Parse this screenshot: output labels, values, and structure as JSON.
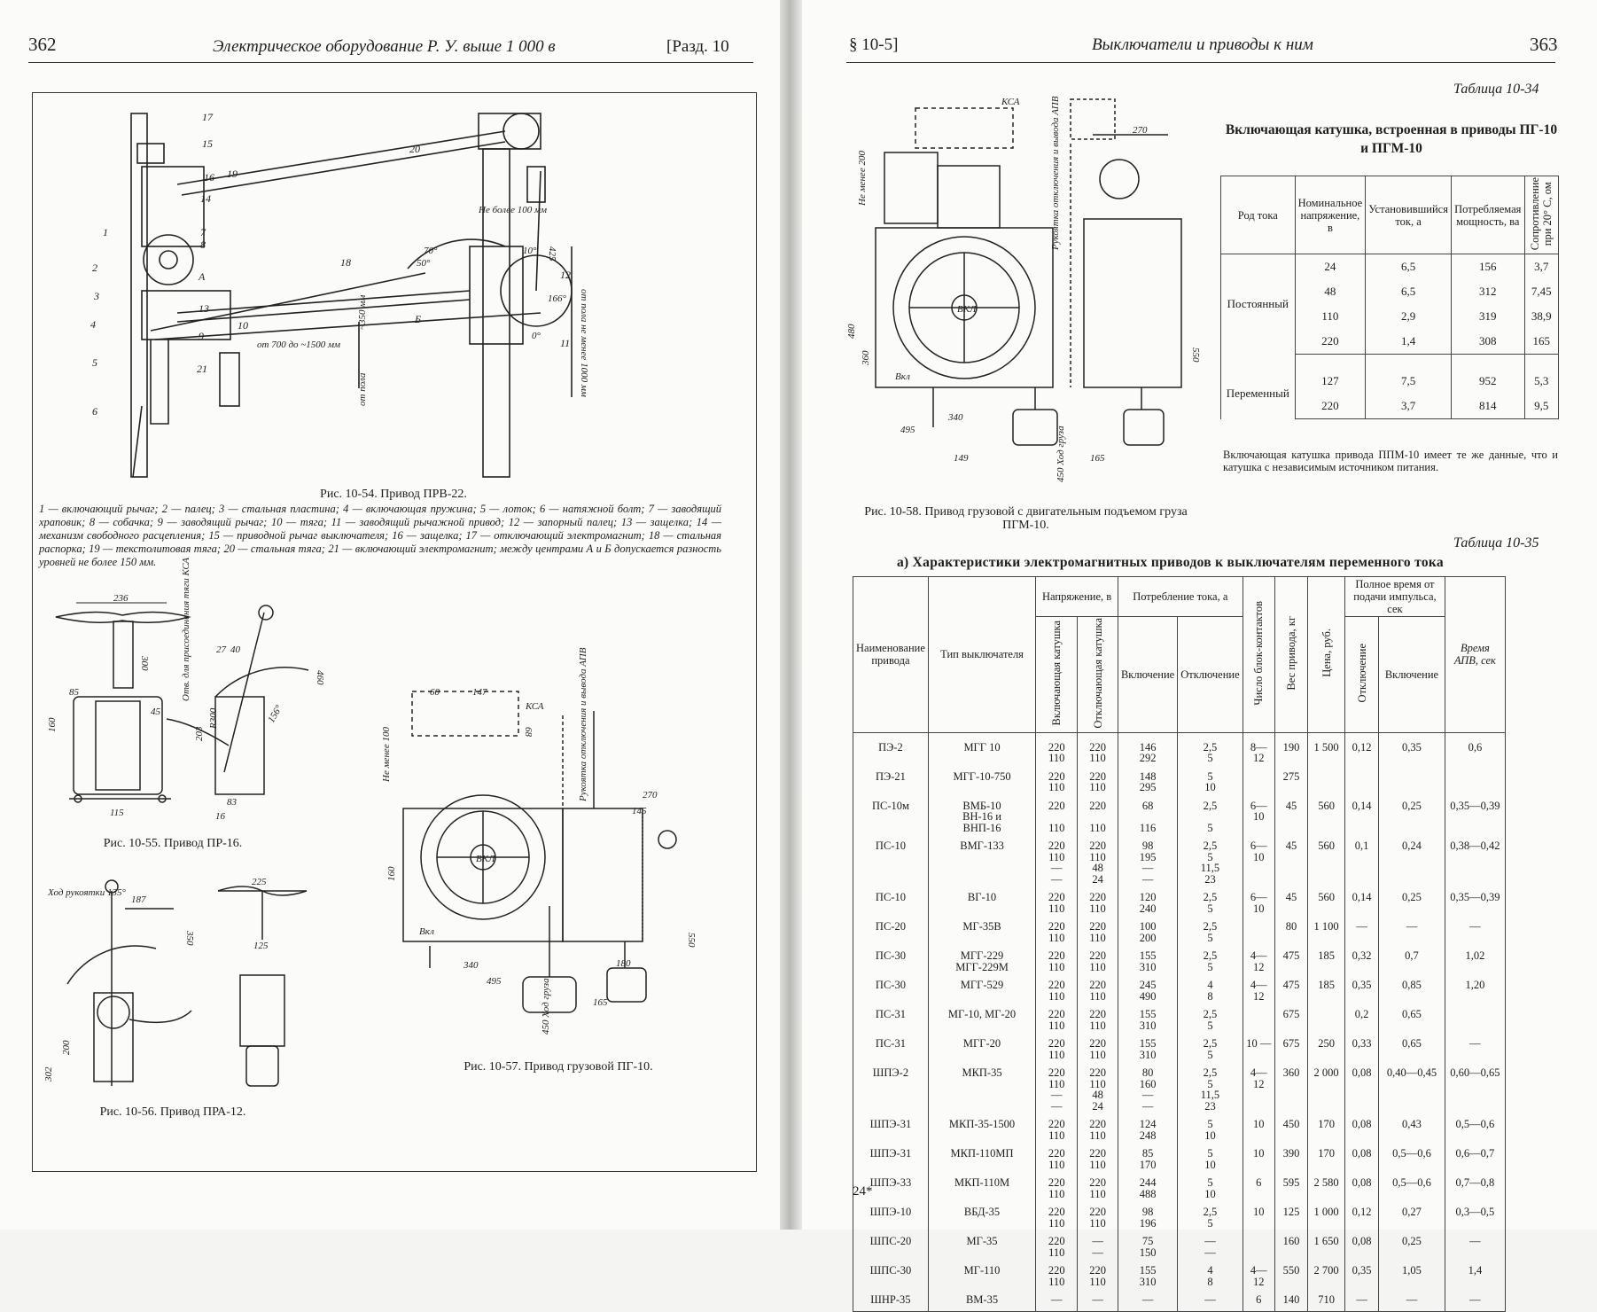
{
  "left_page": {
    "page_number": "362",
    "running_title": "Электрическое оборудование Р. У. выше 1 000 в",
    "section": "[Разд. 10",
    "fig54": {
      "caption": "Рис. 10-54. Привод ПРВ-22.",
      "legend": "1 — включающий рычаг; 2 — палец; 3 — стальная пластина; 4 — включающая пружина; 5 — лоток; 6 — натяжной болт; 7 — заводящий храповик; 8 — собачка; 9 — заводящий рычаг; 10 — тяга; 11 — заводящий рычажной привод; 12 — запорный палец; 13 — защелка; 14 — механизм свободного расцепления; 15 — приводной рычаг выключателя; 16 — защелка; 17 — отключающий электромагнит; 18 — стальная распорка; 19 — текстолитовая тяга; 20 — стальная тяга; 21 — включающий электромагнит; между центрами А и Б допускается разность уровней не более 150 мм.",
      "labels": [
        "17",
        "15",
        "16",
        "14",
        "1",
        "7",
        "8",
        "2",
        "A",
        "3",
        "4",
        "13",
        "5",
        "6",
        "9",
        "21",
        "10",
        "18",
        "19",
        "20",
        "Б",
        "11",
        "12"
      ],
      "dims": [
        "Не более 100 мм",
        "425",
        "70°",
        "50°",
        "10°",
        "166°",
        "0°",
        "от 700 до ~1500 мм",
        "~350 мм",
        "от пола",
        "от пола не менее 1000 мм"
      ]
    },
    "fig55": {
      "caption": "Рис. 10-55. Привод ПР-16.",
      "dims": [
        "236",
        "300",
        "85",
        "45",
        "160",
        "115",
        "460",
        "156°",
        "203",
        "R300",
        "27",
        "40",
        "83",
        "16"
      ],
      "note": "Отв. для присоединения тяги КСА"
    },
    "fig56": {
      "caption": "Рис. 10-56. Привод ПРА-12.",
      "dims": [
        "Ход рукоятки 135°",
        "187",
        "350",
        "302",
        "200",
        "225",
        "125"
      ]
    },
    "fig57": {
      "caption": "Рис. 10-57. Привод грузовой ПГ-10.",
      "dims": [
        "60",
        "147",
        "КСА",
        "68",
        "Не менее 100",
        "Рукоятка отключения и вывода АПВ",
        "270",
        "145",
        "160",
        "Вкл",
        "ВКЛ",
        "340",
        "495",
        "550",
        "450 Ход груза",
        "165",
        "180"
      ]
    }
  },
  "right_page": {
    "section": "§ 10-5]",
    "running_title": "Выключатели и приводы к ним",
    "page_number": "363",
    "footer_mark": "24*",
    "fig58": {
      "caption": "Рис. 10-58. Привод грузовой с двигательным подъемом груза ПГМ-10.",
      "dims": [
        "КСА",
        "Рукоятка отключения и вывода АПВ",
        "270",
        "Не менее 200",
        "480",
        "360",
        "Вкл",
        "ВКЛ",
        "340",
        "495",
        "149",
        "165",
        "450 Ход груза",
        "550"
      ]
    },
    "table34": {
      "label": "Таблица 10-34",
      "title": "Включающая катушка, встроенная в приводы ПГ-10 и ПГМ-10",
      "headers": [
        "Род тока",
        "Номинальное напряжение, в",
        "Установившийся ток, а",
        "Потребляемая мощность, ва",
        "Сопротивление при 20° С, ом"
      ],
      "groups": [
        {
          "kind": "Постоянный",
          "rows": [
            [
              "24",
              "6,5",
              "156",
              "3,7"
            ],
            [
              "48",
              "6,5",
              "312",
              "7,45"
            ],
            [
              "110",
              "2,9",
              "319",
              "38,9"
            ],
            [
              "220",
              "1,4",
              "308",
              "165"
            ]
          ]
        },
        {
          "kind": "Переменный",
          "rows": [
            [
              "127",
              "7,5",
              "952",
              "5,3"
            ],
            [
              "220",
              "3,7",
              "814",
              "9,5"
            ]
          ]
        }
      ],
      "note": "Включающая катушка привода ППМ-10 имеет те же данные, что и катушка с независимым источником питания."
    },
    "table35": {
      "label": "Таблица 10-35",
      "title": "а) Характеристики электромагнитных приводов к выключателям переменного тока",
      "headers": {
        "name": "Наименование привода",
        "type": "Тип выключателя",
        "voltage": "Напряжение, в",
        "v_on": "Включающая катушка",
        "v_off": "Отключающая катушка",
        "current": "Потребление тока, а",
        "c_on": "Включение",
        "c_off": "Отключение",
        "contacts": "Число блок-контактов",
        "weight": "Вес привода, кг",
        "price": "Цена, руб.",
        "full_time": "Полное время от подачи импульса, сек",
        "t_off": "Отключение",
        "t_on": "Включение",
        "apv": "Время АПВ, сек"
      },
      "rows": [
        [
          "ПЭ-2",
          "МГГ 10",
          "220\n110",
          "220\n110",
          "146\n292",
          "2,5\n5",
          "8—12",
          "190",
          "1 500",
          "0,12",
          "0,35",
          "0,6"
        ],
        [
          "ПЭ-21",
          "МГГ-10-750",
          "220\n110",
          "220\n110",
          "148\n295",
          "5\n10",
          "",
          "275",
          "",
          "",
          "",
          ""
        ],
        [
          "ПС-10м",
          "ВМБ-10\nВН-16 и\nВНП-16",
          "220\n\n110",
          "220\n\n110",
          "68\n\n116",
          "2,5\n\n5",
          "6—10",
          "45",
          "560",
          "0,14",
          "0,25",
          "0,35—0,39"
        ],
        [
          "ПС-10",
          "ВМГ-133",
          "220\n110\n—\n—",
          "220\n110\n48\n24",
          "98\n195\n—\n—",
          "2,5\n5\n11,5\n23",
          "6—10",
          "45",
          "560",
          "0,1",
          "0,24",
          "0,38—0,42"
        ],
        [
          "ПС-10",
          "ВГ-10",
          "220\n110",
          "220\n110",
          "120\n240",
          "2,5\n5",
          "6—10",
          "45",
          "560",
          "0,14",
          "0,25",
          "0,35—0,39"
        ],
        [
          "ПС-20",
          "МГ-35В",
          "220\n110",
          "220\n110",
          "100\n200",
          "2,5\n5",
          "",
          "80",
          "1 100",
          "—",
          "—",
          "—"
        ],
        [
          "ПС-30",
          "МГГ-229\nМГГ-229М",
          "220\n110",
          "220\n110",
          "155\n310",
          "2,5\n5",
          "4—12",
          "475",
          "185",
          "0,32",
          "0,7",
          "1,02"
        ],
        [
          "ПС-30",
          "МГГ-529",
          "220\n110",
          "220\n110",
          "245\n490",
          "4\n8",
          "4—12",
          "475",
          "185",
          "0,35",
          "0,85",
          "1,20"
        ],
        [
          "ПС-31",
          "МГ-10, МГ-20",
          "220\n110",
          "220\n110",
          "155\n310",
          "2,5\n5",
          "",
          "675",
          "",
          "0,2",
          "0,65",
          ""
        ],
        [
          "ПС-31",
          "МГГ-20",
          "220\n110",
          "220\n110",
          "155\n310",
          "2,5\n5",
          "10\n—",
          "675",
          "250",
          "0,33",
          "0,65",
          "—"
        ],
        [
          "ШПЭ-2",
          "МКП-35",
          "220\n110\n—\n—",
          "220\n110\n48\n24",
          "80\n160\n—\n—",
          "2,5\n5\n11,5\n23",
          "4—12",
          "360",
          "2 000",
          "0,08",
          "0,40—0,45",
          "0,60—0,65"
        ],
        [
          "ШПЭ-31",
          "МКП-35-1500",
          "220\n110",
          "220\n110",
          "124\n248",
          "5\n10",
          "10",
          "450",
          "170",
          "0,08",
          "0,43",
          "0,5—0,6"
        ],
        [
          "ШПЭ-31",
          "МКП-110МП",
          "220\n110",
          "220\n110",
          "85\n170",
          "5\n10",
          "10",
          "390",
          "170",
          "0,08",
          "0,5—0,6",
          "0,6—0,7"
        ],
        [
          "ШПЭ-33",
          "МКП-110М",
          "220\n110",
          "220\n110",
          "244\n488",
          "5\n10",
          "6",
          "595",
          "2 580",
          "0,08",
          "0,5—0,6",
          "0,7—0,8"
        ],
        [
          "ШПЭ-10",
          "ВБД-35",
          "220\n110",
          "220\n110",
          "98\n196",
          "2,5\n5",
          "10",
          "125",
          "1 000",
          "0,12",
          "0,27",
          "0,3—0,5"
        ],
        [
          "ШПС-20",
          "МГ-35",
          "220\n110",
          "—\n—",
          "75\n150",
          "—\n—",
          "",
          "160",
          "1 650",
          "0,08",
          "0,25",
          "—"
        ],
        [
          "ШПС-30",
          "МГ-110",
          "220\n110",
          "220\n110",
          "155\n310",
          "4\n8",
          "4—12",
          "550",
          "2 700",
          "0,35",
          "1,05",
          "1,4"
        ],
        [
          "ШНР-35",
          "ВМ-35",
          "—",
          "—",
          "—",
          "—",
          "6",
          "140",
          "710",
          "—",
          "—",
          "—"
        ]
      ]
    }
  }
}
